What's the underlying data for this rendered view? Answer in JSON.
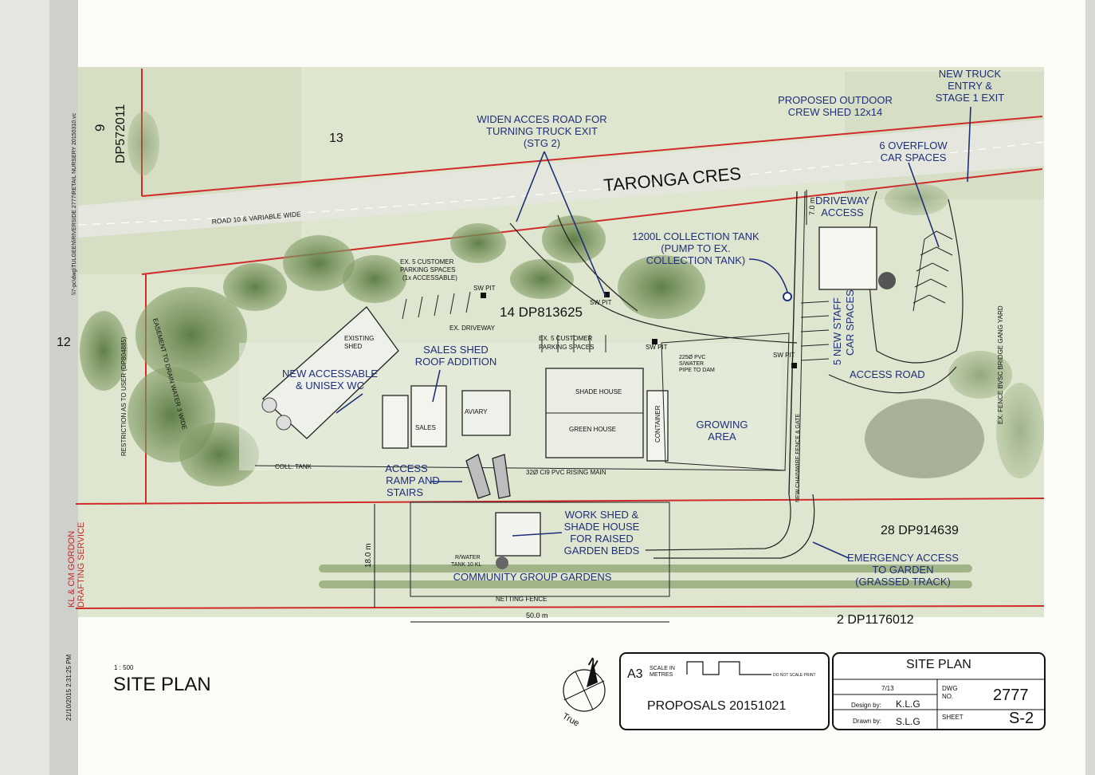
{
  "drawing": {
    "scale": "1 : 500",
    "title": "SITE PLAN",
    "side_path": "\\\\7-pc\\dwg\\TULGEEN\\RIVERSIDE 2777\\RETAIL NURSERY 20150310.vc",
    "drafting_service_1": "KL & CM GORDON",
    "drafting_service_2": "DRAFTING SERVICE",
    "print_date": "21/10/2015 2:31:25 PM",
    "compass_true": "True",
    "compass_n": "N"
  },
  "lots": {
    "lot_13": "13",
    "lot_9": "9",
    "lot_9_dp": "DP572011",
    "lot_12": "12",
    "lot_14": "14 DP813625",
    "lot_28": "28 DP914639",
    "lot_2": "2 DP1176012"
  },
  "roads": {
    "taronga": "TARONGA CRES",
    "road_width": "ROAD 10 & VARIABLE WIDE",
    "access_road": "ACCESS ROAD"
  },
  "annotations": {
    "widen_1": "WIDEN ACCES ROAD FOR",
    "widen_2": "TURNING TRUCK EXIT",
    "widen_3": "(STG 2)",
    "crew_1": "PROPOSED OUTDOOR",
    "crew_2": "CREW SHED 12x14",
    "truck_1": "NEW TRUCK",
    "truck_2": "ENTRY &",
    "truck_3": "STAGE 1 EXIT",
    "overflow_1": "6 OVERFLOW",
    "overflow_2": "CAR SPACES",
    "driveway_1": "DRIVEWAY",
    "driveway_2": "ACCESS",
    "tank_1": "1200L COLLECTION TANK",
    "tank_2": "(PUMP TO EX.",
    "tank_3": "COLLECTION TANK)",
    "staff_1": "5 NEW STAFF",
    "staff_2": "CAR SPACES",
    "cust_parking_1": "EX. 5 CUSTOMER",
    "cust_parking_2": "PARKING SPACES",
    "cust_parking_3": "(1x ACCESSABLE)",
    "sw_pit": "SW PIT",
    "ex_driveway": "EX. DRIVEWAY",
    "ex_cust_1": "EX. 5 CUSTOMER",
    "ex_cust_2": "PARKING SPACES",
    "sales_roof_1": "SALES SHED",
    "sales_roof_2": "ROOF ADDITION",
    "pvc_pipe_1": "225Ø PVC",
    "pvc_pipe_2": "S/WATER",
    "pvc_pipe_3": "PIPE TO DAM",
    "existing_shed_1": "EXISTING",
    "existing_shed_2": "SHED",
    "wc_1": "NEW ACCESSABLE",
    "wc_2": "& UNISEX WC",
    "shade_house": "SHADE HOUSE",
    "green_house": "GREEN HOUSE",
    "container": "CONTAINER",
    "aviary": "AVIARY",
    "sales": "SALES",
    "growing_1": "GROWING",
    "growing_2": "AREA",
    "easement": "EASEMENT TO DRAIN WATER 3 WIDE",
    "restriction": "RESTRICTION AS TO USER (DP804885)",
    "coll_tank": "COLL. TANK",
    "ramp_1": "ACCESS",
    "ramp_2": "RAMP AND",
    "ramp_3": "STAIRS",
    "rising_main": "32Ø CI9 PVC RISING MAIN",
    "chainwire": "NEW CHAINWIRE FENCE & GATE",
    "workshed_1": "WORK SHED &",
    "workshed_2": "SHADE HOUSE",
    "workshed_3": "FOR RAISED",
    "workshed_4": "GARDEN BEDS",
    "rwater_1": "R/WATER",
    "rwater_2": "TANK 10 KL",
    "community": "COMMUNITY GROUP GARDENS",
    "netting": "NETTING FENCE",
    "emergency_1": "EMERGENCY ACCESS",
    "emergency_2": "TO GARDEN",
    "emergency_3": "(GRASSED TRACK)",
    "ex_fence": "EX. FENCE BVSC BRIDGE GANG YARD",
    "dim_18": "18.0 m",
    "dim_50": "50.0 m",
    "dim_7": "7.0 m"
  },
  "scale_box": {
    "size": "A3",
    "scale_in_1": "SCALE IN",
    "scale_in_2": "METRES",
    "do_not_scale": "DO NOT SCALE PRINT",
    "proposals": "PROPOSALS 20151021"
  },
  "title_block": {
    "title": "SITE PLAN",
    "sheet_ref": "7/13",
    "dwg_label_1": "DWG",
    "dwg_label_2": "NO.",
    "dwg_no": "2777",
    "design_by_label": "Design by:",
    "design_by": "K.L.G",
    "drawn_by_label": "Drawn by:",
    "drawn_by": "S.L.G",
    "sheet_label": "SHEET",
    "sheet": "S-2"
  },
  "colors": {
    "boundary": "#d02a2a",
    "label_blue": "#1f2f7a",
    "vegetation": "#6f8f56",
    "grass": "#dfe6cf",
    "pond": "#9aa58a"
  }
}
